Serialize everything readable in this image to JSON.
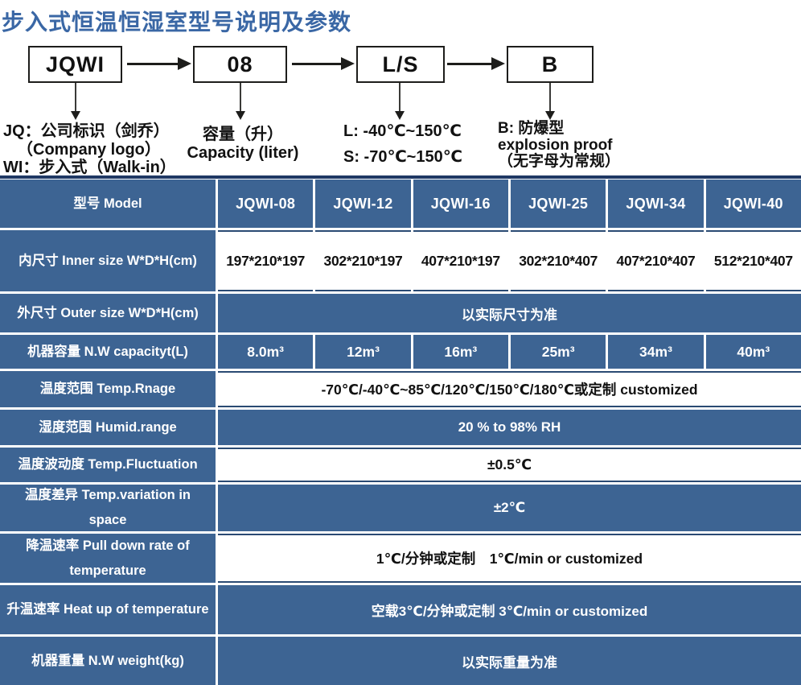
{
  "page": {
    "title": "步入式恒温恒湿室型号说明及参数"
  },
  "colors": {
    "title_blue": "#3a67a5",
    "cell_blue": "#3d6493",
    "dark_navy": "#1f3864",
    "value_text": "#111111"
  },
  "diagram": {
    "boxes": [
      {
        "label": "JQWI"
      },
      {
        "label": "08"
      },
      {
        "label": "L/S"
      },
      {
        "label": "B"
      }
    ],
    "notes": [
      {
        "lines": [
          "JQ：公司标识（剑乔）",
          "（Company logo）",
          "WI：步入式（Walk-in）"
        ]
      },
      {
        "lines": [
          "容量（升）",
          "Capacity (liter)"
        ]
      },
      {
        "lines": [
          "L: -40℃~150℃",
          "S: -70℃~150℃"
        ]
      },
      {
        "lines": [
          "B: 防爆型",
          "explosion proof",
          "（无字母为常规）"
        ]
      }
    ]
  },
  "table": {
    "header": {
      "label": "型号 Model",
      "models": [
        "JQWI-08",
        "JQWI-12",
        "JQWI-16",
        "JQWI-25",
        "JQWI-34",
        "JQWI-40"
      ]
    },
    "rows": [
      {
        "label": "内尺寸 Inner size W*D*H(cm)",
        "values": [
          "197*210*197",
          "302*210*197",
          "407*210*197",
          "302*210*407",
          "407*210*407",
          "512*210*407"
        ]
      },
      {
        "label": "外尺寸 Outer size W*D*H(cm)",
        "value": "以实际尺寸为准"
      },
      {
        "label": "机器容量 N.W capacityt(L)",
        "values": [
          "8.0m³",
          "12m³",
          "16m³",
          "25m³",
          "34m³",
          "40m³"
        ]
      },
      {
        "label": "温度范围 Temp.Rnage",
        "value": "-70℃/-40℃~85℃/120℃/150℃/180℃或定制 customized"
      },
      {
        "label": "湿度范围 Humid.range",
        "value": "20 % to 98% RH"
      },
      {
        "label": "温度波动度 Temp.Fluctuation",
        "value": "±0.5℃"
      },
      {
        "label": "温度差异 Temp.variation in space",
        "value": "±2℃"
      },
      {
        "label": "降温速率 Pull down rate of temperature",
        "value": "1℃/分钟或定制　1℃/min or customized"
      },
      {
        "label": "升温速率 Heat up of temperature",
        "value": "空载3℃/分钟或定制 3℃/min or customized"
      },
      {
        "label": "机器重量 N.W weight(kg)",
        "value": "以实际重量为准"
      }
    ]
  }
}
